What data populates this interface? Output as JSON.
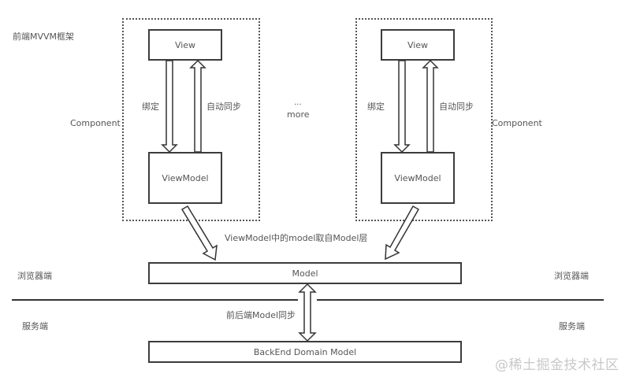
{
  "title": "前端MVVM框架",
  "components": [
    {
      "label": "Component",
      "view": "View",
      "viewmodel": "ViewModel",
      "bind_label": "绑定",
      "sync_label": "自动同步"
    },
    {
      "label": "Component",
      "view": "View",
      "viewmodel": "ViewModel",
      "bind_label": "绑定",
      "sync_label": "自动同步"
    }
  ],
  "more": {
    "ellipsis": "...",
    "label": "more"
  },
  "viewmodel_to_model_label": "ViewModel中的model取自Model层",
  "model_box": "Model",
  "backend_model_box": "BackEnd Domain Model",
  "sync_label": "前后端Model同步",
  "browser_side": {
    "left": "浏览器端",
    "right": "浏览器端"
  },
  "server_side": {
    "left": "服务端",
    "right": "服务端"
  },
  "watermark": "@稀土掘金技术社区"
}
